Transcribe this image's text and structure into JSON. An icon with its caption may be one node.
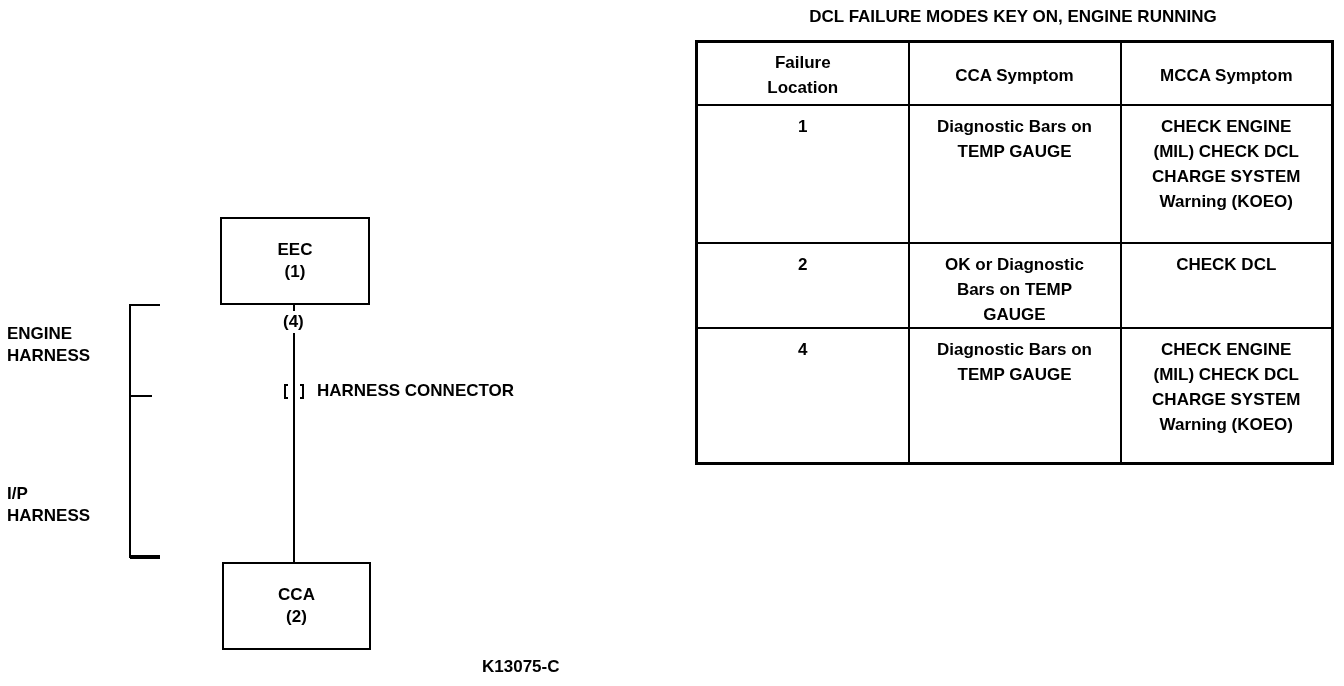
{
  "diagram": {
    "nodes": [
      {
        "text": [
          "EEC (1)"
        ]
      },
      {
        "text": [
          "CCA (2)"
        ]
      }
    ],
    "edges": [
      {
        "from": 0,
        "to": 1,
        "arrow": "none"
      }
    ],
    "labels": [
      "ENGINE HARNESS",
      "(4)",
      "HARNESS CONNECTOR",
      "I/P HARNESS",
      "DCL FAILURE MODES KEY ON, ENGINE RUNNING",
      "Failure Location",
      "CCA Symptom",
      "MCCA Symptom",
      "1",
      "Diagnostic Bars on TEMP GAUGE",
      "CHECK ENGINE (MIL) CHECK DCL CHARGE SYSTEM Warning (KOEO)",
      "2",
      "OK or Diagnostic Bars on TEMP GAUGE",
      "CHECK DCL",
      "4",
      "Diagnostic Bars on TEMP GAUGE",
      "CHECK ENGINE (MIL) CHECK DCL CHARGE SYSTEM Warning (KOEO)",
      "K13075-C"
    ]
  }
}
